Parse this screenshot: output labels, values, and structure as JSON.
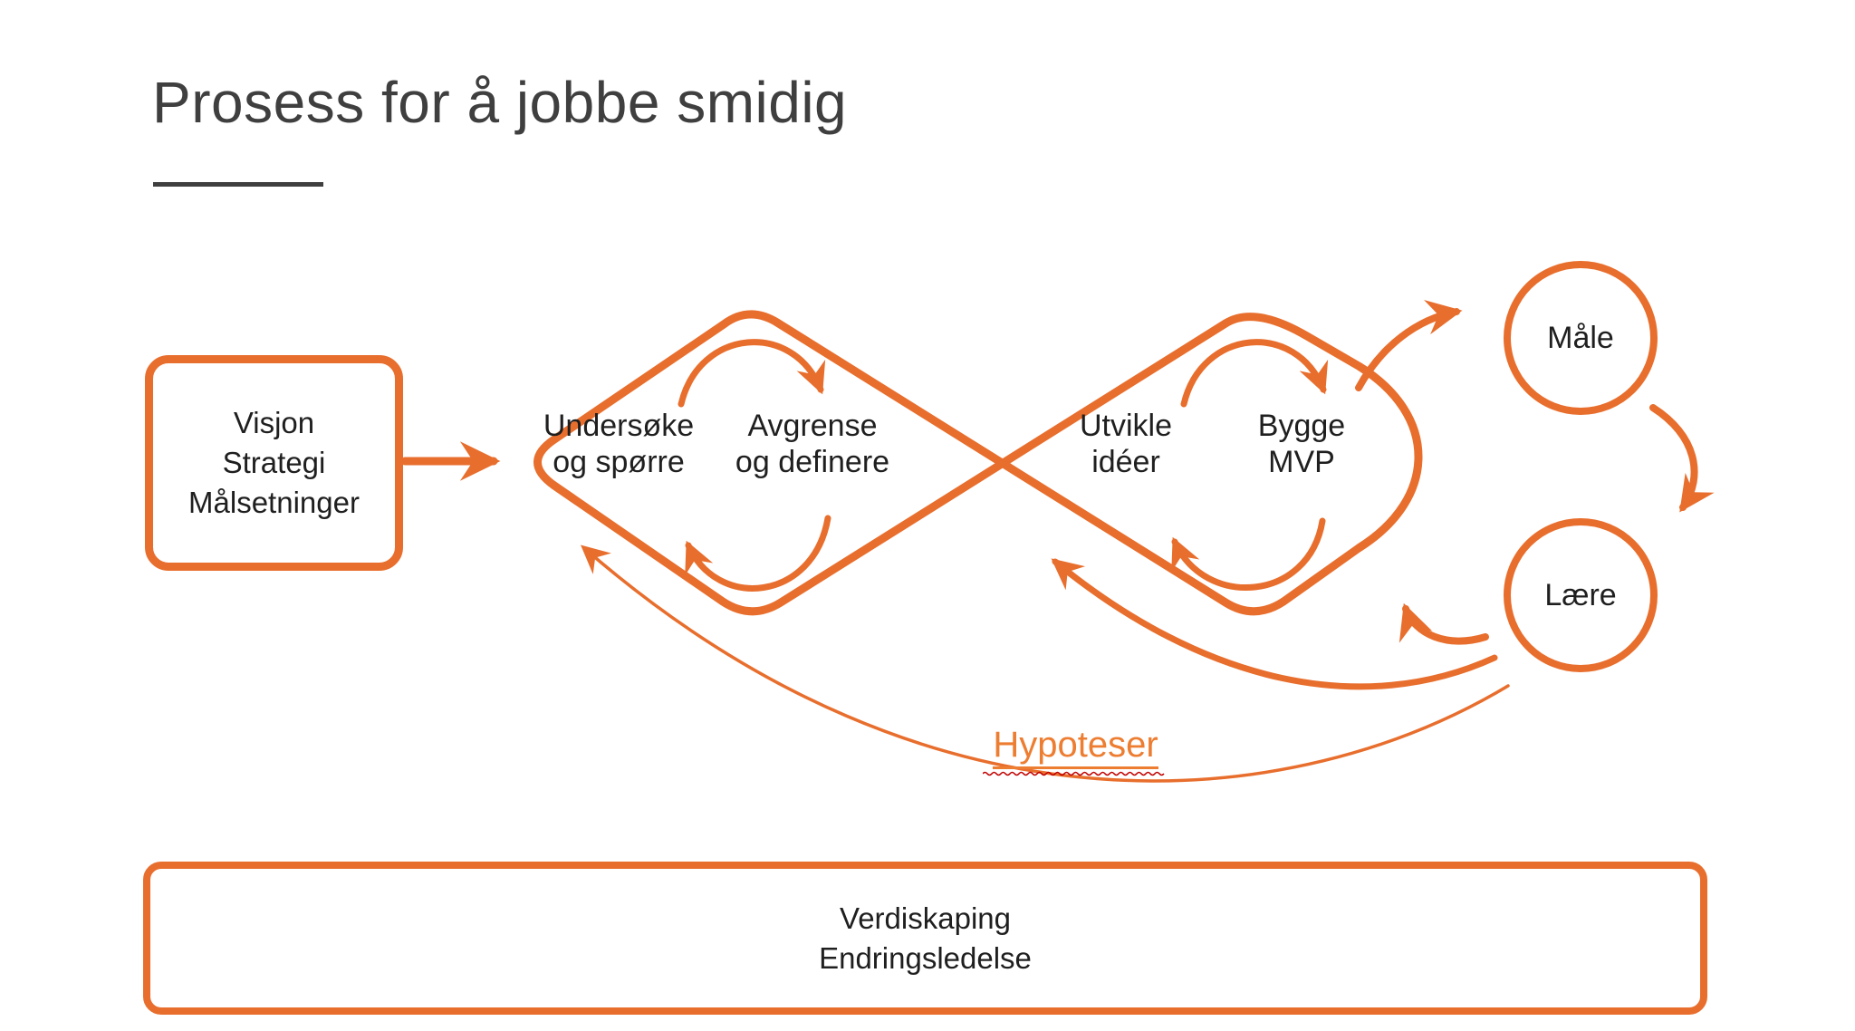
{
  "slide": {
    "title": "Prosess for å jobbe smidig"
  },
  "colors": {
    "accent_orange": "#E86E2D",
    "hypoteser_orange": "#ED7D31",
    "title_gray": "#3F3F3F",
    "label_dark": "#1F1F1F",
    "squiggle_red": "#C00000"
  },
  "input_box": {
    "line1": "Visjon",
    "line2": "Strategi",
    "line3": "Målsetninger"
  },
  "diamond1": {
    "phase1_line1": "Undersøke",
    "phase1_line2": "og spørre",
    "phase2_line1": "Avgrense",
    "phase2_line2": "og definere"
  },
  "diamond2": {
    "phase1_line1": "Utvikle",
    "phase1_line2": "idéer",
    "phase2_line1": "Bygge",
    "phase2_line2": "MVP"
  },
  "loop_circles": {
    "measure_label": "Måle",
    "learn_label": "Lære"
  },
  "annotation": {
    "hypoteser_label": "Hypoteser"
  },
  "foundation_box": {
    "line1": "Verdiskaping",
    "line2": "Endringsledelse"
  }
}
